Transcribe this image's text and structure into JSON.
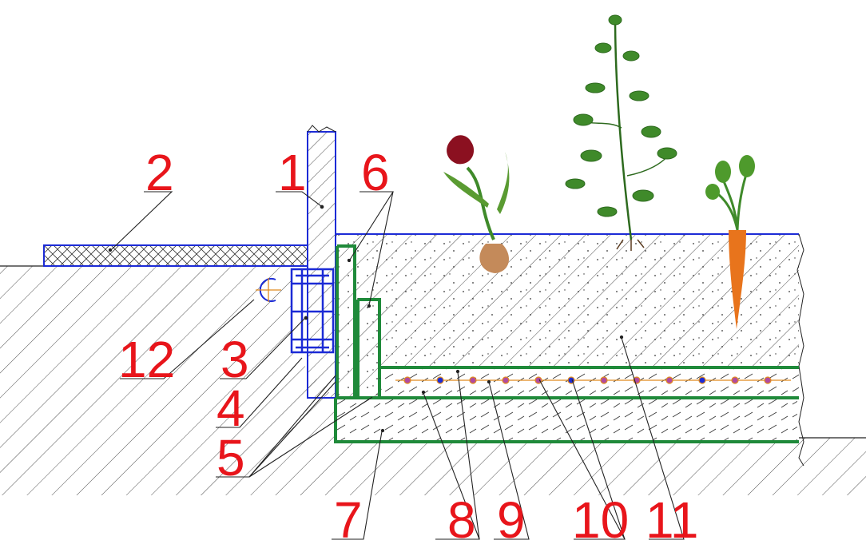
{
  "colors": {
    "callout_text": "#e8151b",
    "leader_line": "#222222",
    "hatch": "#222222",
    "blue_outline": "#1c2bd6",
    "green_layer": "#1f8a3a",
    "orange_mark": "#e08a1e",
    "carrot": "#e8741c",
    "foliage": "#3f8a2a",
    "flower_red": "#8b1020",
    "bulb": "#c48a5a"
  },
  "icons": [
    "tulip-bulb-icon",
    "herb-plant-icon",
    "carrot-icon",
    "section-marker-icon"
  ],
  "callouts": [
    {
      "id": "c1",
      "label": "1"
    },
    {
      "id": "c2",
      "label": "2"
    },
    {
      "id": "c3",
      "label": "3"
    },
    {
      "id": "c4",
      "label": "4"
    },
    {
      "id": "c5",
      "label": "5"
    },
    {
      "id": "c6",
      "label": "6"
    },
    {
      "id": "c7",
      "label": "7"
    },
    {
      "id": "c8",
      "label": "8"
    },
    {
      "id": "c9",
      "label": "9"
    },
    {
      "id": "c10",
      "label": "10"
    },
    {
      "id": "c11",
      "label": "11"
    },
    {
      "id": "c12",
      "label": "12"
    }
  ]
}
